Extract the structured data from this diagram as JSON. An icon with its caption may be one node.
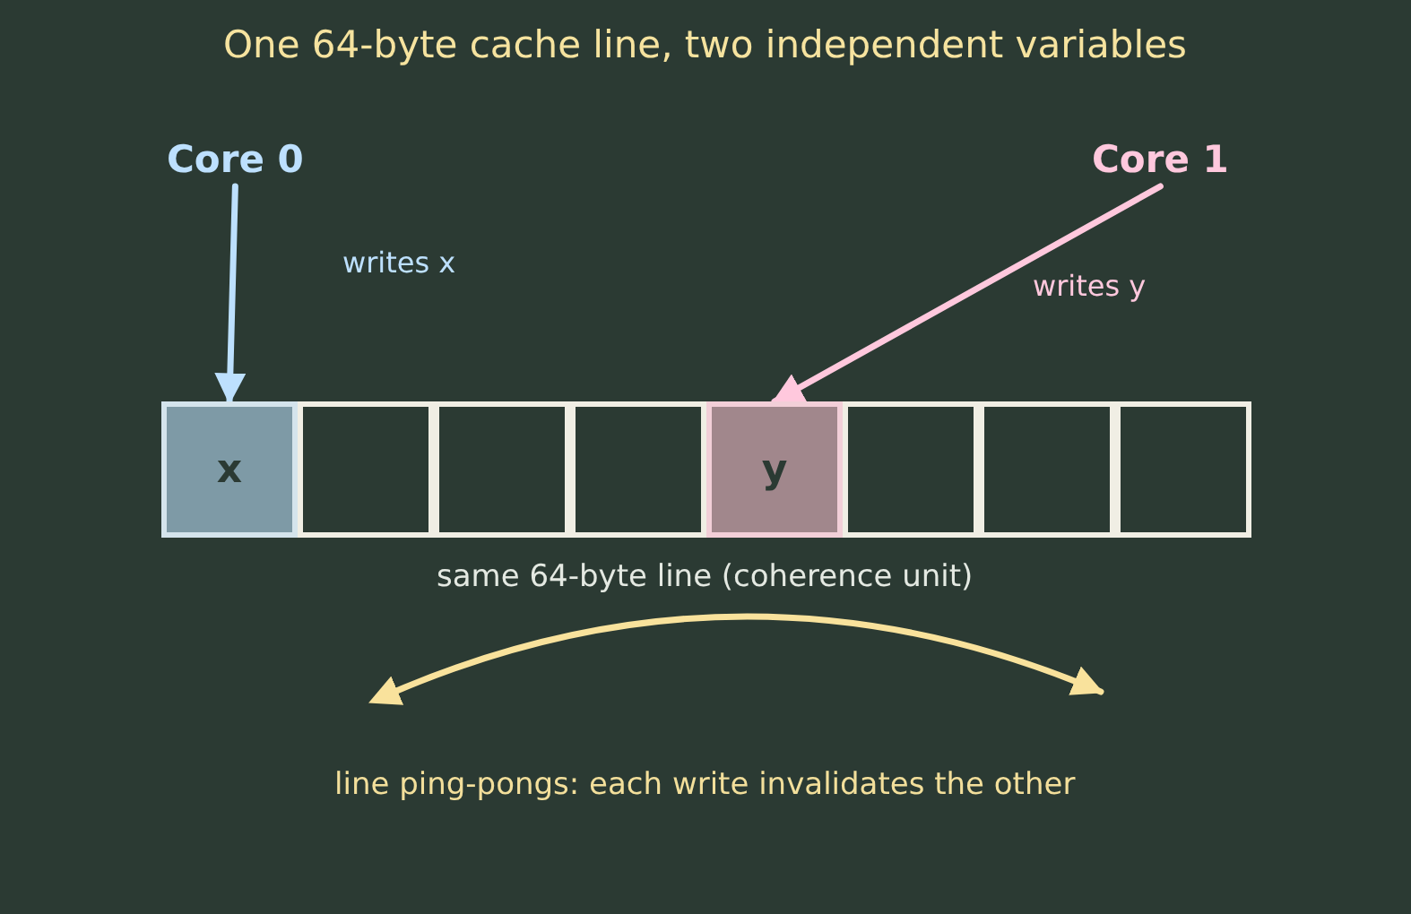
{
  "diagram": {
    "title": "One 64-byte cache line, two independent variables",
    "nodes": [
      {
        "text": [
          "Core 0"
        ]
      },
      {
        "text": [
          "Core 1"
        ]
      },
      {
        "text": [
          "x"
        ]
      },
      {
        "text": [],
        "shape": "box"
      },
      {
        "text": [],
        "shape": "box"
      },
      {
        "text": [],
        "shape": "box"
      },
      {
        "text": [
          "y"
        ]
      },
      {
        "text": [],
        "shape": "box"
      },
      {
        "text": [],
        "shape": "box"
      },
      {
        "text": [],
        "shape": "box"
      }
    ],
    "edges": [
      {
        "from": 0,
        "to": 2,
        "arrow": "to",
        "label": "writes x",
        "color": "#bde0fe"
      },
      {
        "from": 1,
        "to": 6,
        "arrow": "to",
        "label": "writes y",
        "color": "#ffc8dd"
      }
    ],
    "labels": [
      "same 64-byte line (coherence unit)",
      "line ping-pongs: each write invalidates the other"
    ]
  }
}
